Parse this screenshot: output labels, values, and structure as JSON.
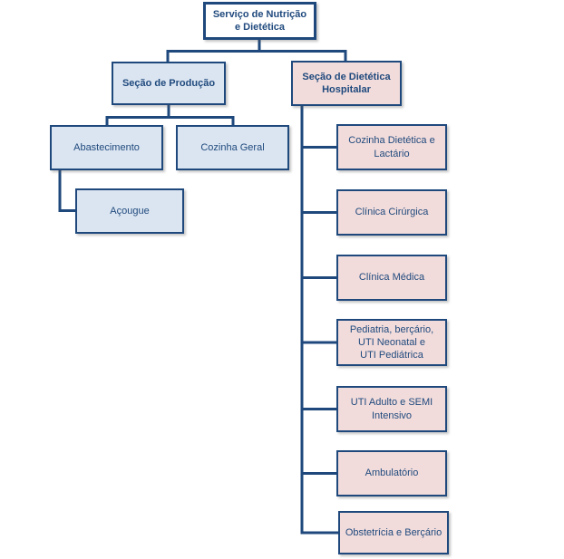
{
  "colors": {
    "line_and_border": "#1f497d",
    "text": "#1f497d",
    "fill_root": "#ffffff",
    "fill_production_branch": "#dbe5f1",
    "fill_dietetics_branch": "#f2dcdb"
  },
  "org_chart": {
    "root": {
      "label": "Serviço de Nutrição e Dietética",
      "lines": [
        "Serviço de Nutrição",
        "e Dietética"
      ]
    },
    "sections": [
      {
        "label": "Seção de Produção",
        "lines": [
          "Seção de Produção"
        ],
        "children": [
          {
            "label": "Abastecimento",
            "lines": [
              "Abastecimento"
            ],
            "children": [
              {
                "label": "Açougue",
                "lines": [
                  "Açougue"
                ]
              }
            ]
          },
          {
            "label": "Cozinha Geral",
            "lines": [
              "Cozinha Geral"
            ]
          }
        ]
      },
      {
        "label": "Seção de Dietética Hospitalar",
        "lines": [
          "Seção de Dietética",
          "Hospitalar"
        ],
        "children": [
          {
            "label": "Cozinha Dietética e Lactário",
            "lines": [
              "Cozinha Dietética e",
              "Lactário"
            ]
          },
          {
            "label": "Clínica Cirúrgica",
            "lines": [
              "Clínica Cirúrgica"
            ]
          },
          {
            "label": "Clínica Médica",
            "lines": [
              "Clínica Médica"
            ]
          },
          {
            "label": "Pediatria, berçário, UTI Neonatal e UTI Pediátrica",
            "lines": [
              "Pediatria, berçário,",
              "UTI Neonatal e",
              "UTI Pediátrica"
            ]
          },
          {
            "label": "UTI Adulto e SEMI Intensivo",
            "lines": [
              "UTI Adulto e SEMI",
              "Intensivo"
            ]
          },
          {
            "label": "Ambulatório",
            "lines": [
              "Ambulatório"
            ]
          },
          {
            "label": "Obstetrícia e Berçário",
            "lines": [
              "Obstetrícia e Berçário"
            ]
          }
        ]
      }
    ]
  }
}
